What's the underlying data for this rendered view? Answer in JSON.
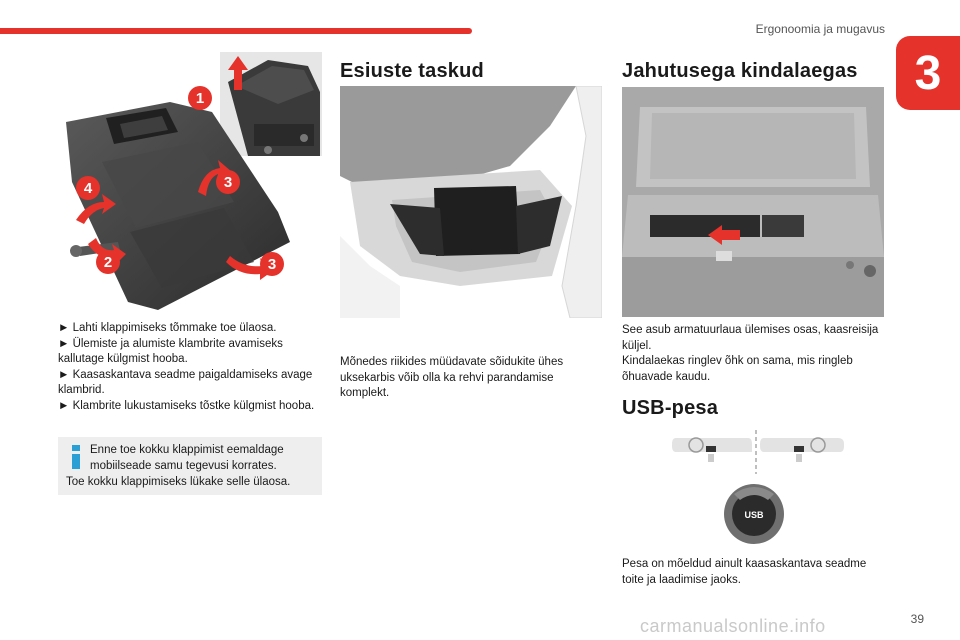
{
  "header": {
    "section_title": "Ergonoomia ja mugavus",
    "chapter_number": "3"
  },
  "col1": {
    "figure_callouts": [
      "1",
      "2",
      "3",
      "3",
      "4"
    ],
    "bullets": [
      "► Lahti klappimiseks tõmmake toe ülaosa.",
      "► Ülemiste ja alumiste klambrite avamiseks kallutage külgmist hooba.",
      "► Kaasaskantava seadme paigaldamiseks avage klambrid.",
      "► Klambrite lukustamiseks tõstke külgmist hooba."
    ],
    "note_line1": "Enne toe kokku klappimist eemaldage mobiilseade samu tegevusi korrates.",
    "note_line2": "Toe kokku klappimiseks lükake selle ülaosa."
  },
  "col2": {
    "title": "Esiuste taskud",
    "text": "Mõnedes riikides müüdavate sõidukite ühes uksekarbis võib olla ka rehvi parandamise komplekt."
  },
  "col3": {
    "title1": "Jahutusega kindalaegas",
    "text1": "See asub armatuurlaua ülemises osas, kaasreisija küljel.\nKindalaekas ringlev õhk on sama, mis ringleb õhuavade kaudu.",
    "title2": "USB-pesa",
    "usb_label": "USB",
    "text2": "Pesa on mõeldud ainult kaasaskantava seadme toite ja laadimise jaoks."
  },
  "footer": {
    "page_number": "39",
    "watermark": "carmanualsonline.info"
  },
  "colors": {
    "accent": "#e5322b",
    "info_blue": "#2a9fd6"
  }
}
